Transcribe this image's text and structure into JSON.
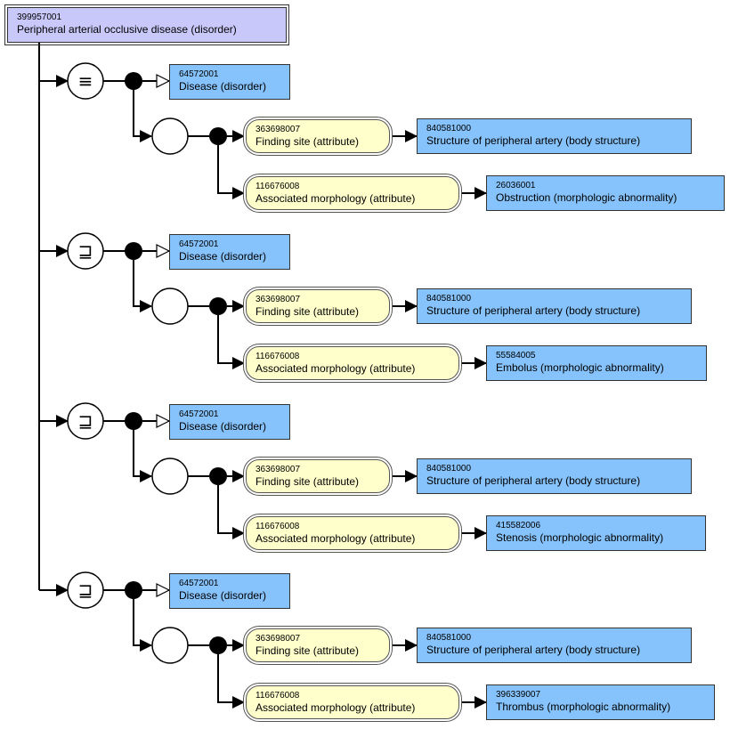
{
  "root": {
    "code": "399957001",
    "term": "Peripheral arterial occlusive disease (disorder)"
  },
  "groups": [
    {
      "operator": "≡",
      "parent": {
        "code": "64572001",
        "term": "Disease (disorder)"
      },
      "attributes": [
        {
          "attr_code": "363698007",
          "attr_term": "Finding site (attribute)",
          "value_code": "840581000",
          "value_term": "Structure of peripheral artery (body structure)"
        },
        {
          "attr_code": "116676008",
          "attr_term": "Associated morphology (attribute)",
          "value_code": "26036001",
          "value_term": "Obstruction (morphologic abnormality)"
        }
      ]
    },
    {
      "operator": "⊒",
      "parent": {
        "code": "64572001",
        "term": "Disease (disorder)"
      },
      "attributes": [
        {
          "attr_code": "363698007",
          "attr_term": "Finding site (attribute)",
          "value_code": "840581000",
          "value_term": "Structure of peripheral artery (body structure)"
        },
        {
          "attr_code": "116676008",
          "attr_term": "Associated morphology (attribute)",
          "value_code": "55584005",
          "value_term": "Embolus (morphologic abnormality)"
        }
      ]
    },
    {
      "operator": "⊒",
      "parent": {
        "code": "64572001",
        "term": "Disease (disorder)"
      },
      "attributes": [
        {
          "attr_code": "363698007",
          "attr_term": "Finding site (attribute)",
          "value_code": "840581000",
          "value_term": "Structure of peripheral artery (body structure)"
        },
        {
          "attr_code": "116676008",
          "attr_term": "Associated morphology (attribute)",
          "value_code": "415582006",
          "value_term": "Stenosis (morphologic abnormality)"
        }
      ]
    },
    {
      "operator": "⊒",
      "parent": {
        "code": "64572001",
        "term": "Disease (disorder)"
      },
      "attributes": [
        {
          "attr_code": "363698007",
          "attr_term": "Finding site (attribute)",
          "value_code": "840581000",
          "value_term": "Structure of peripheral artery (body structure)"
        },
        {
          "attr_code": "116676008",
          "attr_term": "Associated morphology (attribute)",
          "value_code": "396339007",
          "value_term": "Thrombus (morphologic abnormality)"
        }
      ]
    }
  ],
  "colors": {
    "root": "#c8c8fa",
    "concept": "#86c2fb",
    "attribute": "#ffffcc",
    "line": "#000000"
  }
}
